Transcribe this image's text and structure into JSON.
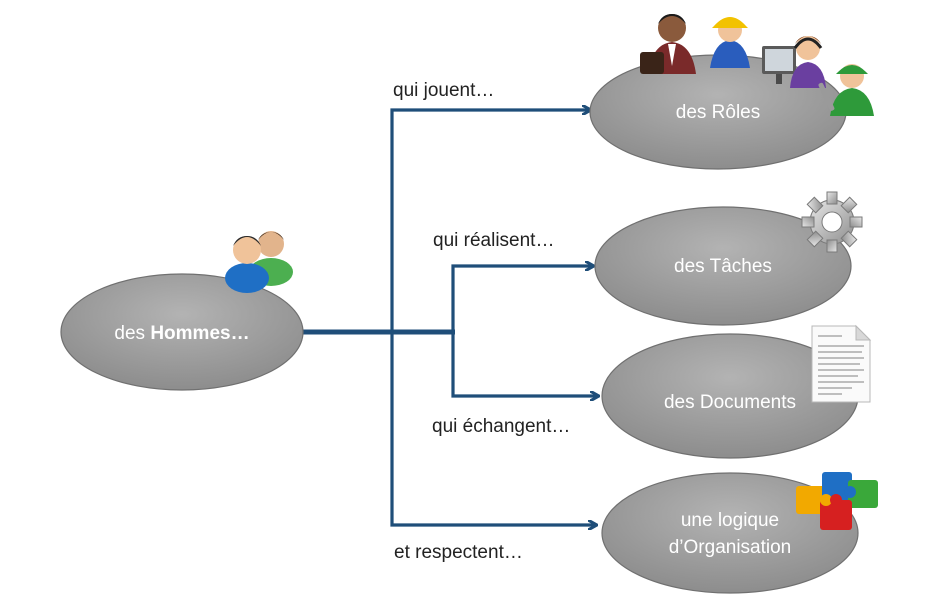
{
  "diagram": {
    "source": {
      "label_prefix": "des ",
      "label_bold": "Hommes…"
    },
    "targets": [
      {
        "id": "roles",
        "lines": [
          "des Rôles"
        ],
        "icon": "people-roles-icon"
      },
      {
        "id": "taches",
        "lines": [
          "des Tâches"
        ],
        "icon": "gear-icon"
      },
      {
        "id": "documents",
        "lines": [
          "des Documents"
        ],
        "icon": "document-icon"
      },
      {
        "id": "organisation",
        "lines": [
          "une logique",
          "d’Organisation"
        ],
        "icon": "puzzle-icon"
      }
    ],
    "edges": [
      {
        "label": "qui jouent…"
      },
      {
        "label": "qui réalisent…"
      },
      {
        "label": "qui échangent…"
      },
      {
        "label": "et respectent…"
      }
    ],
    "colors": {
      "connector": "#1f4e79",
      "ellipse_light": "#a9a9a9",
      "ellipse_dark": "#8c8c8c",
      "node_text": "#ffffff"
    }
  }
}
